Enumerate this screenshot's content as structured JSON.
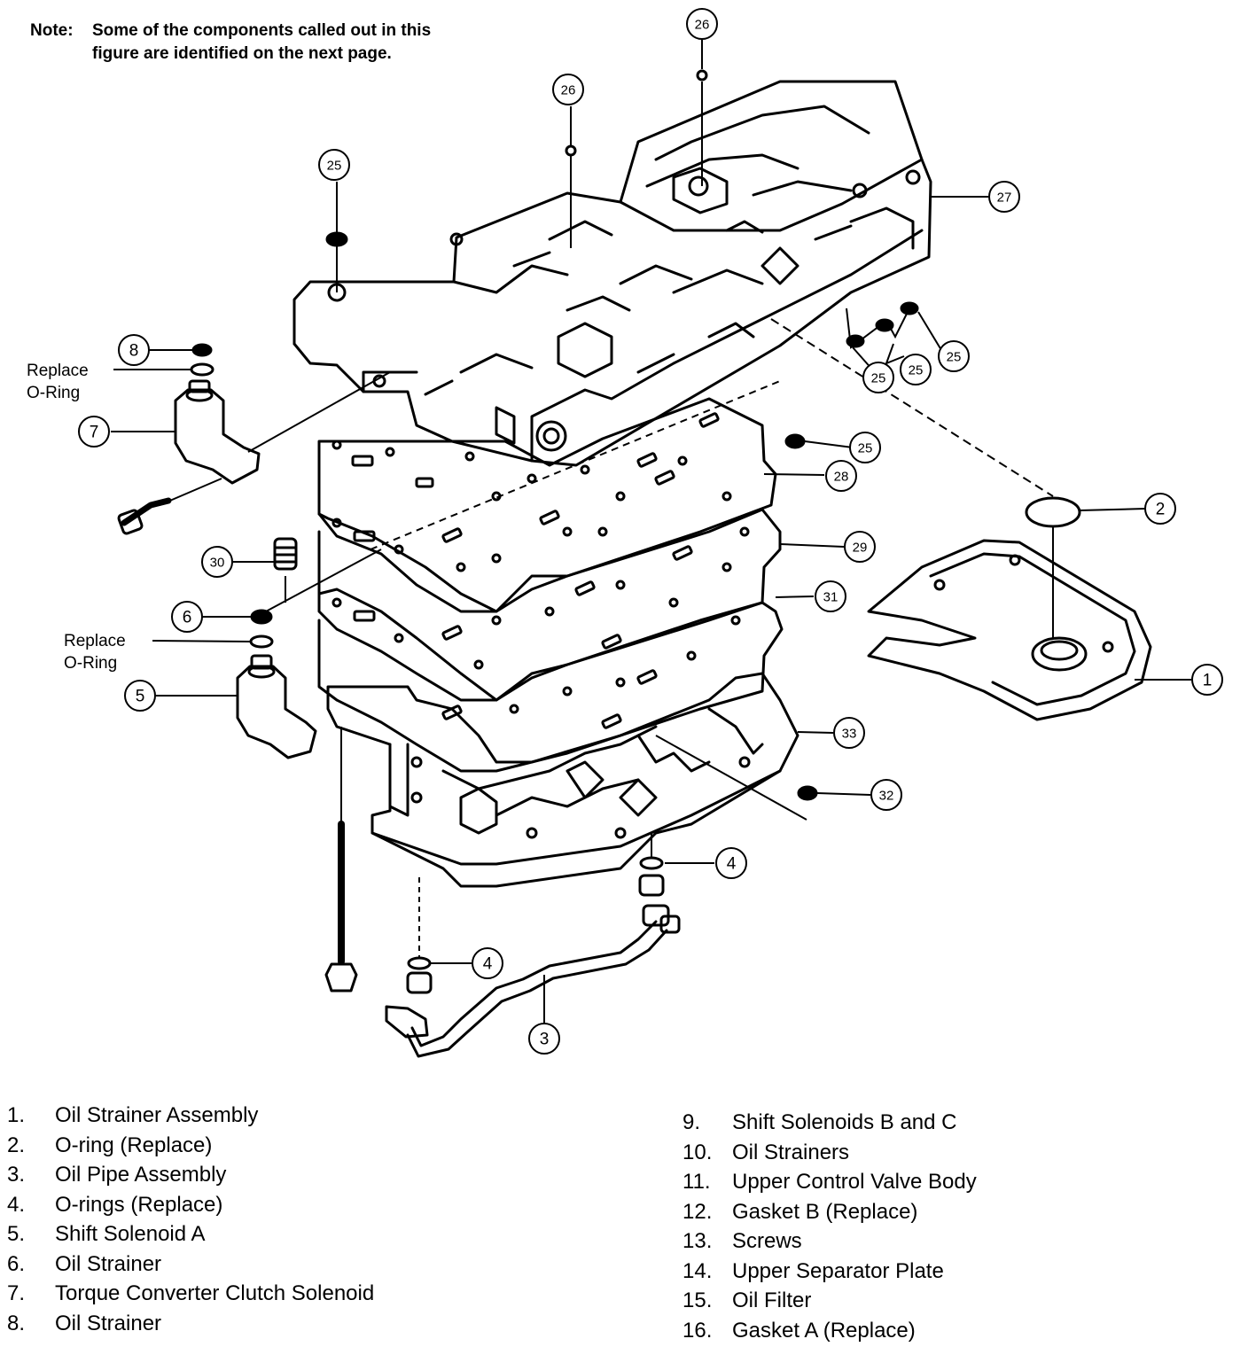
{
  "note": {
    "label": "Note:",
    "line1": "Some of the components called out in this",
    "line2": "figure are identified on the next page."
  },
  "side_labels": {
    "upper": [
      "Replace",
      "O-Ring"
    ],
    "lower": [
      "Replace",
      "O-Ring"
    ]
  },
  "callouts": [
    "1",
    "2",
    "3",
    "4",
    "4",
    "5",
    "6",
    "7",
    "8",
    "25",
    "25",
    "25",
    "25",
    "25",
    "25",
    "26",
    "26",
    "27",
    "28",
    "29",
    "30",
    "31",
    "32",
    "33"
  ],
  "legend": {
    "left": [
      {
        "num": "1.",
        "text": "Oil Strainer Assembly"
      },
      {
        "num": "2.",
        "text": "O-ring (Replace)"
      },
      {
        "num": "3.",
        "text": "Oil Pipe Assembly"
      },
      {
        "num": "4.",
        "text": "O-rings (Replace)"
      },
      {
        "num": "5.",
        "text": "Shift Solenoid A"
      },
      {
        "num": "6.",
        "text": "Oil Strainer"
      },
      {
        "num": "7.",
        "text": "Torque Converter Clutch Solenoid"
      },
      {
        "num": "8.",
        "text": "Oil Strainer"
      }
    ],
    "right": [
      {
        "num": "9.",
        "text": "Shift Solenoids B and C"
      },
      {
        "num": "10.",
        "text": "Oil Strainers"
      },
      {
        "num": "11.",
        "text": "Upper Control Valve Body"
      },
      {
        "num": "12.",
        "text": "Gasket B (Replace)"
      },
      {
        "num": "13.",
        "text": "Screws"
      },
      {
        "num": "14.",
        "text": "Upper Separator Plate"
      },
      {
        "num": "15.",
        "text": "Oil Filter"
      },
      {
        "num": "16.",
        "text": "Gasket A (Replace)"
      }
    ]
  }
}
